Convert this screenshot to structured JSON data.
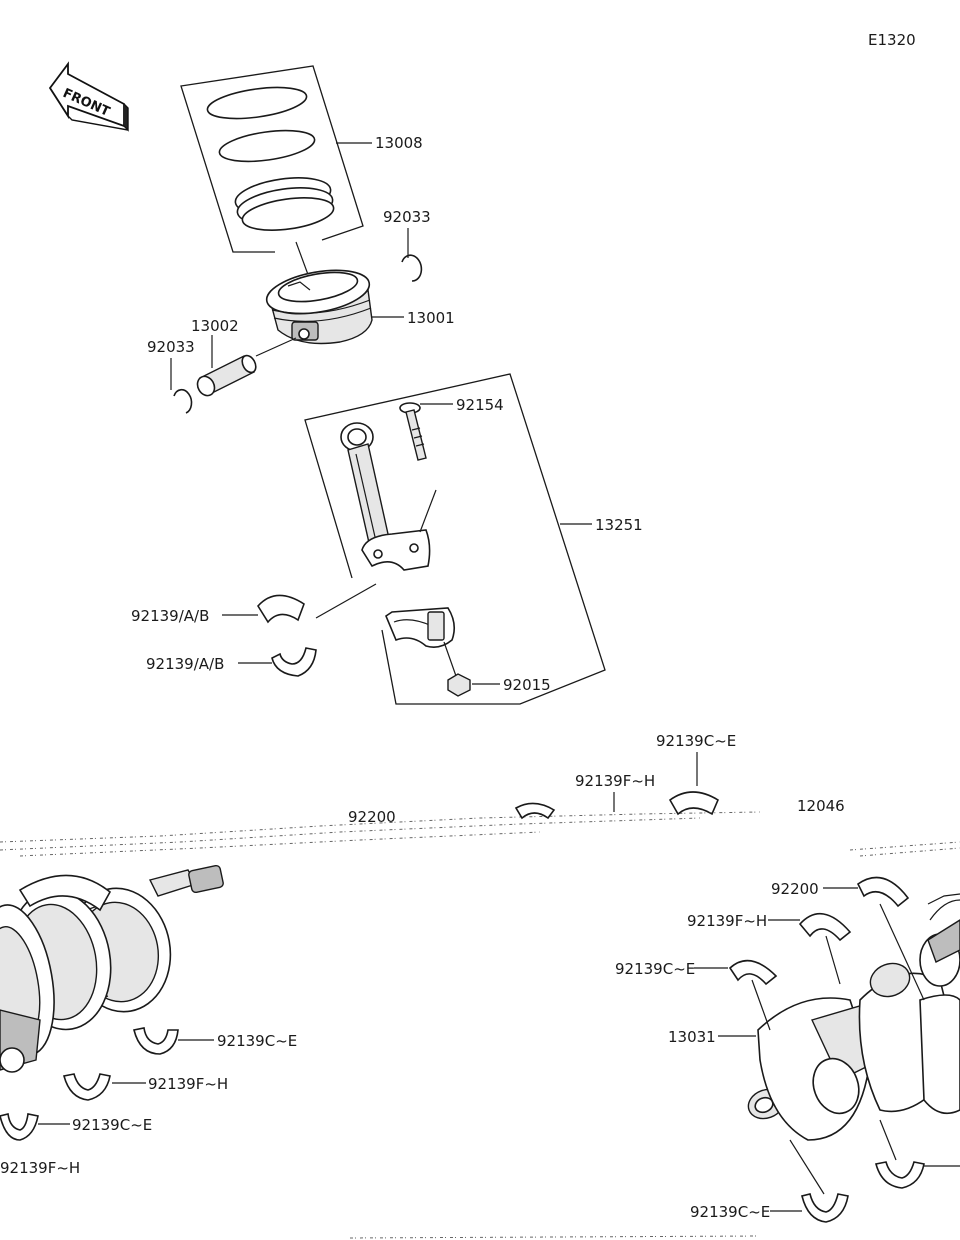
{
  "diagram_code": "E1320",
  "front_label": "FRONT",
  "labels": {
    "p13008": "13008",
    "p92033_upper": "92033",
    "p13001": "13001",
    "p13002": "13002",
    "p92033_lower": "92033",
    "p92154": "92154",
    "p13251": "13251",
    "p92139ab_1": "92139/A/B",
    "p92139ab_2": "92139/A/B",
    "p92015": "92015",
    "p92139ce_top": "92139C~E",
    "p92139fh_top": "92139F~H",
    "p12046": "12046",
    "p92200_top": "92200",
    "p92200_right": "92200",
    "p92139fh_r1": "92139F~H",
    "p92139ce_r1": "92139C~E",
    "p13031": "13031",
    "p92139ce_bottom_right": "92139C~E",
    "p92139ce_l1": "92139C~E",
    "p92139fh_l1": "92139F~H",
    "p92139ce_l2": "92139C~E",
    "p92139fh_l2": "92139F~H"
  }
}
